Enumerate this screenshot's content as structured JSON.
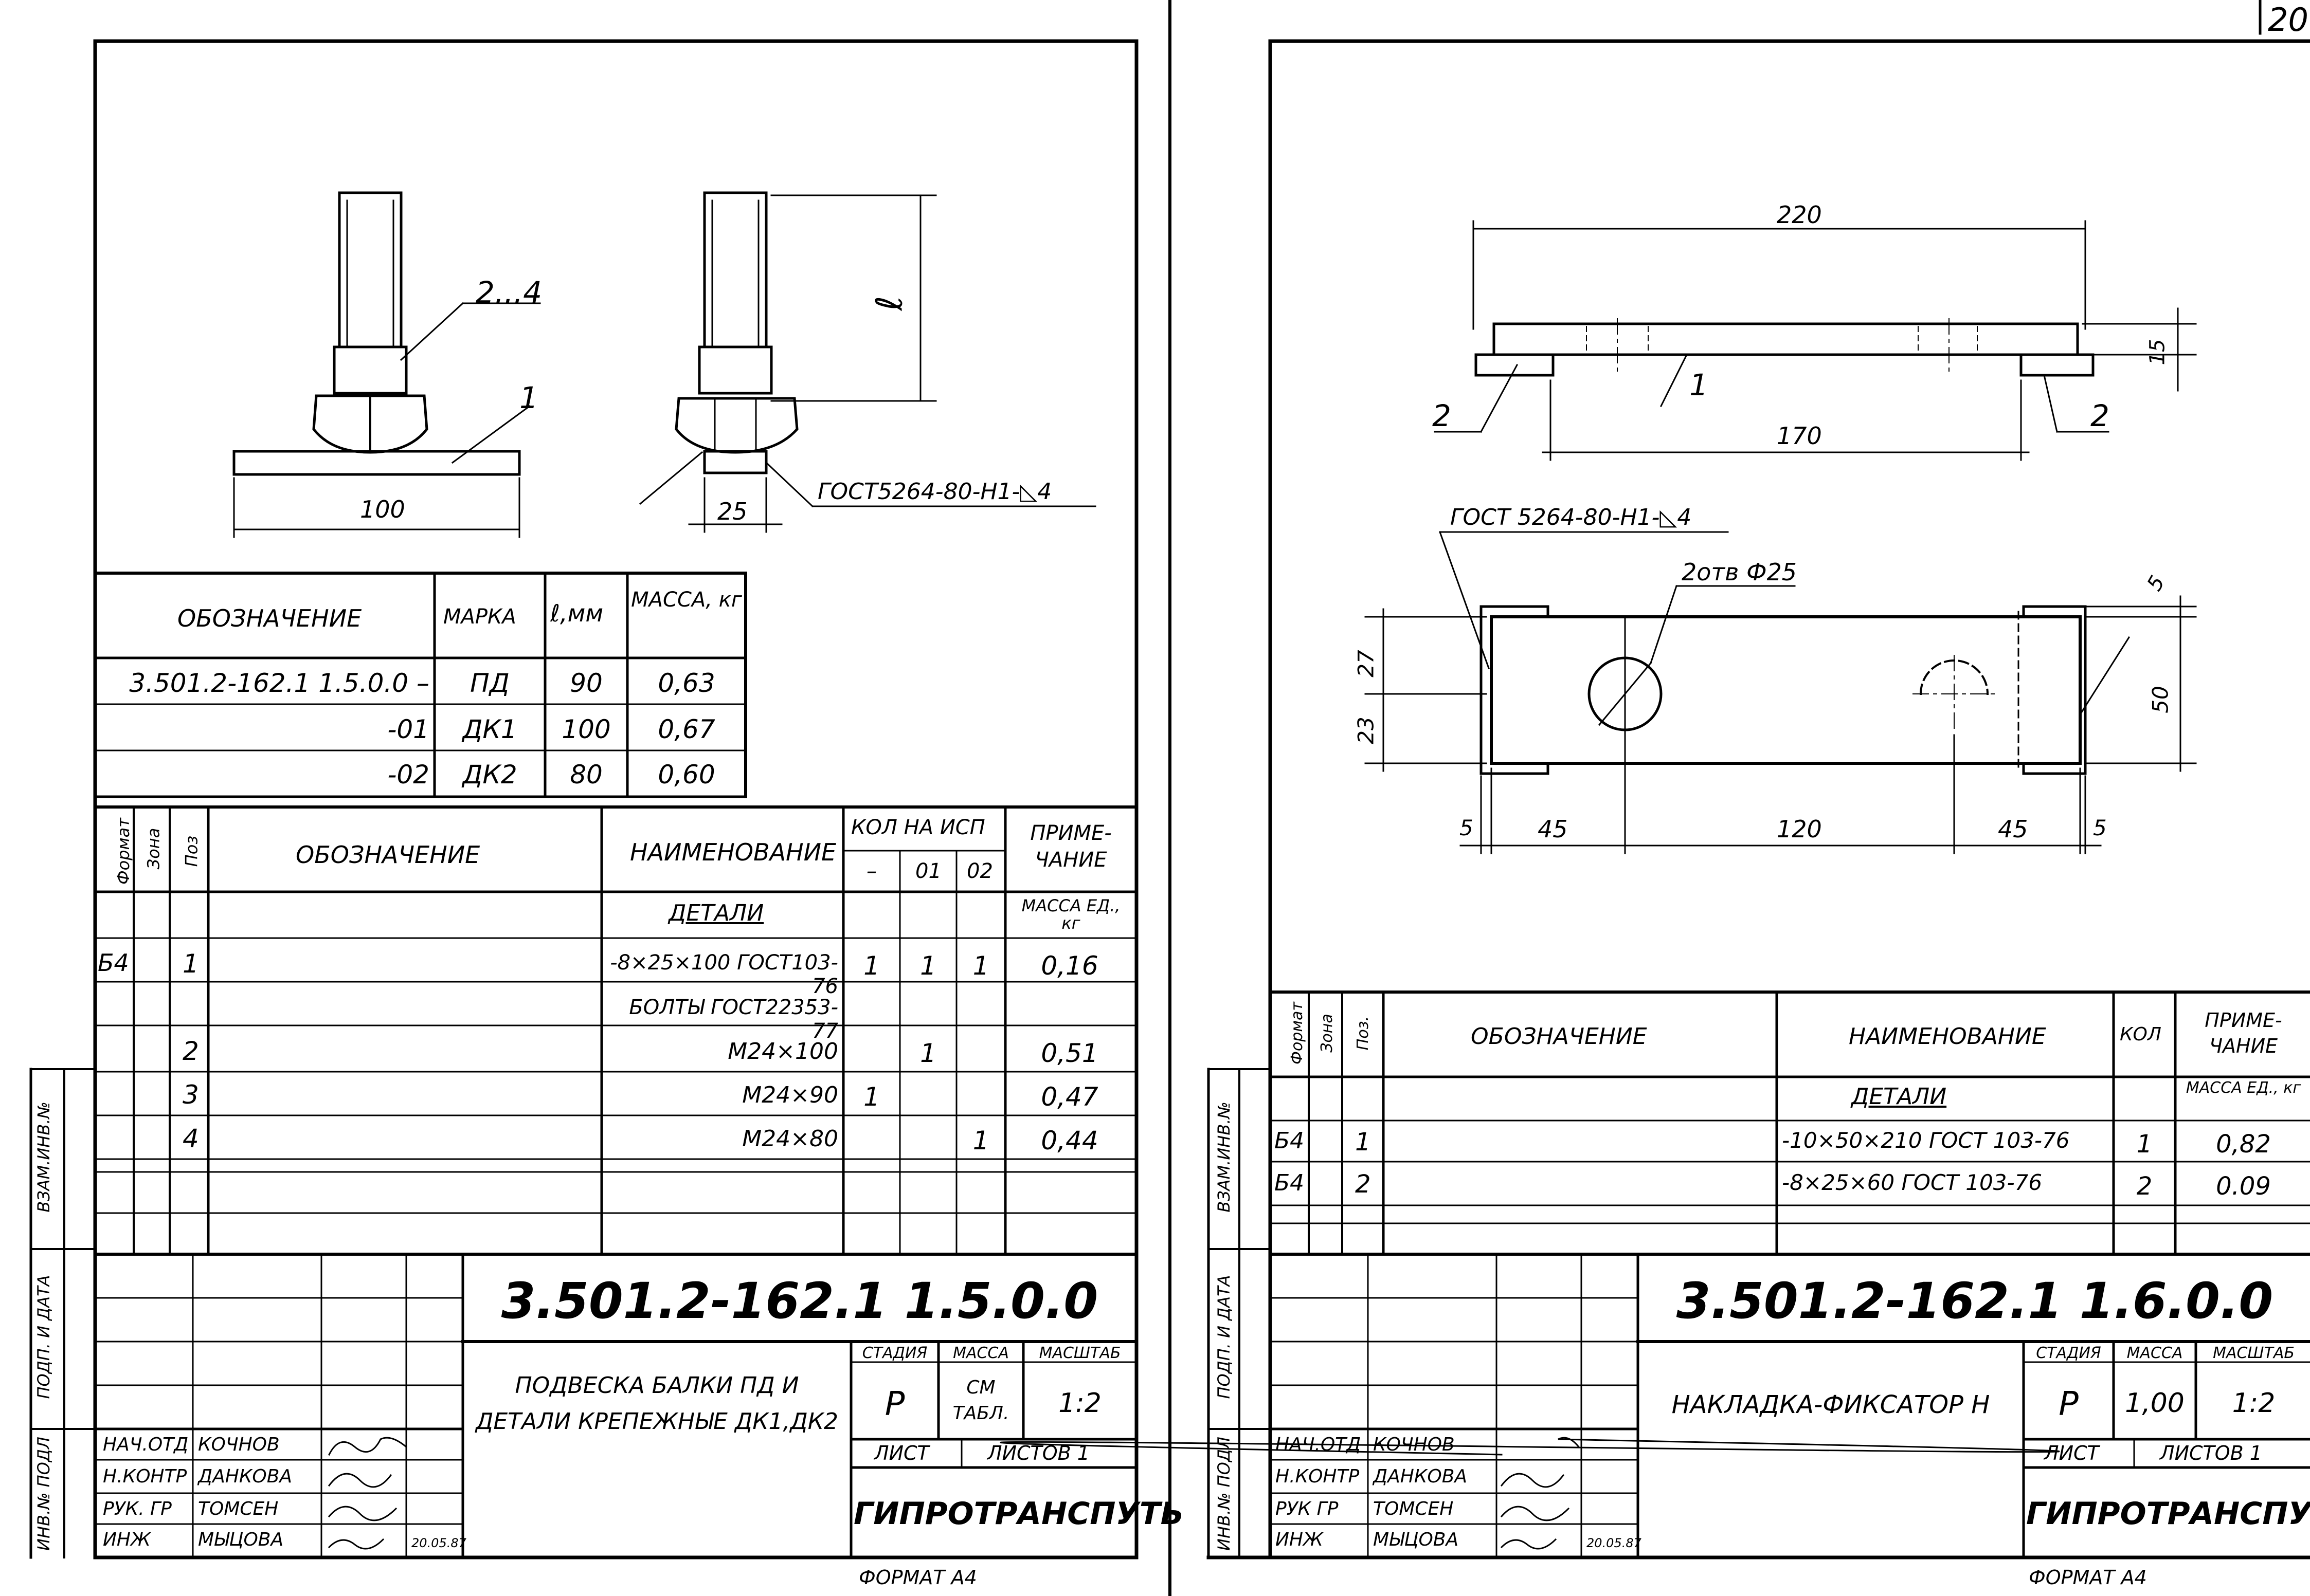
{
  "page_number": "20",
  "left": {
    "bolt_labels": {
      "pos_2_4": "2...4",
      "pos_1": "1",
      "dim_100": "100",
      "dim_25": "25",
      "dim_l": "ℓ",
      "weld_note": "ГОСТ5264-80-Н1-◺4"
    },
    "param_table": {
      "headers": {
        "designation": "ОБОЗНАЧЕНИЕ",
        "mark": "МАРКА",
        "length": "ℓ,мм",
        "mass": "МАССА, кг"
      },
      "rows": [
        {
          "designation": "3.501.2-162.1 1.5.0.0 –",
          "mark": "ПД",
          "length": "90",
          "mass": "0,63"
        },
        {
          "designation": "-01",
          "mark": "ДК1",
          "length": "100",
          "mass": "0,67"
        },
        {
          "designation": "-02",
          "mark": "ДК2",
          "length": "80",
          "mass": "0,60"
        }
      ]
    },
    "spec": {
      "headers": {
        "format": "Формат",
        "zone": "Зона",
        "pos": "Поз",
        "designation": "ОБОЗНАЧЕНИЕ",
        "name": "НАИМЕНОВАНИЕ",
        "qty": "КОЛ НА ИСП",
        "q0": "–",
        "q1": "01",
        "q2": "02",
        "note": "ПРИМЕ- ЧАНИЕ"
      },
      "section": "ДЕТАЛИ",
      "unit_mass": "МАССА ЕД., кг",
      "rows": [
        {
          "format": "Б4",
          "pos": "1",
          "name": "-8×25×100 ГОСТ103-76",
          "q0": "1",
          "q1": "1",
          "q2": "1",
          "note": "0,16"
        },
        {
          "format": "",
          "pos": "",
          "name": "БОЛТЫ ГОСТ22353-77",
          "q0": "",
          "q1": "",
          "q2": "",
          "note": ""
        },
        {
          "format": "",
          "pos": "2",
          "name": "М24×100",
          "q0": "",
          "q1": "1",
          "q2": "",
          "note": "0,51"
        },
        {
          "format": "",
          "pos": "3",
          "name": "М24×90",
          "q0": "1",
          "q1": "",
          "q2": "",
          "note": "0,47"
        },
        {
          "format": "",
          "pos": "4",
          "name": "М24×80",
          "q0": "",
          "q1": "",
          "q2": "1",
          "note": "0,44"
        }
      ]
    },
    "stamp": {
      "code": "3.501.2-162.1  1.5.0.0",
      "title_line1": "ПОДВЕСКА БАЛКИ ПД  И",
      "title_line2": "ДЕТАЛИ КРЕПЕЖНЫЕ ДК1,ДК2",
      "stage_h": "СТАДИЯ",
      "mass_h": "МАССА",
      "scale_h": "МАСШТАБ",
      "stage": "Р",
      "mass": "СМ ТАБЛ.",
      "scale": "1:2",
      "sheet": "ЛИСТ",
      "sheets": "ЛИСТОВ 1",
      "org": "ГИПРОТРАНСПУТЬ",
      "roles": [
        "НАЧ.ОТД",
        "Н.КОНТР",
        "РУК. ГР",
        "ИНЖ"
      ],
      "names": [
        "КОЧНОВ",
        "ДАНКОВА",
        "ТОМСЕН",
        "МЫЦОВА"
      ],
      "date": "20.05.87"
    },
    "side_labels": [
      "ВЗАМ.ИНВ.№",
      "ПОДП. И ДАТА",
      "ИНВ.№ ПОДЛ"
    ],
    "format": "ФОРМАТ А4"
  },
  "right": {
    "drawing_labels": {
      "dim_220": "220",
      "dim_170": "170",
      "dim_15": "15",
      "pos_1": "1",
      "pos_2a": "2",
      "pos_2b": "2",
      "weld_note": "ГОСТ 5264-80-Н1-◺4",
      "holes": "2отв Ф25",
      "dim_5_top": "5",
      "dim_27": "27",
      "dim_23": "23",
      "dim_50": "50",
      "dim_5a": "5",
      "dim_45a": "45",
      "dim_120": "120",
      "dim_45b": "45",
      "dim_5b": "5"
    },
    "spec": {
      "headers": {
        "format": "Формат",
        "zone": "Зона",
        "pos": "Поз.",
        "designation": "ОБОЗНАЧЕНИЕ",
        "name": "НАИМЕНОВАНИЕ",
        "qty": "КОЛ",
        "note": "ПРИМЕ- ЧАНИЕ"
      },
      "section": "ДЕТАЛИ",
      "unit_mass": "МАССА ЕД., кг",
      "rows": [
        {
          "format": "Б4",
          "pos": "1",
          "name": "-10×50×210 ГОСТ 103-76",
          "qty": "1",
          "note": "0,82"
        },
        {
          "format": "Б4",
          "pos": "2",
          "name": "-8×25×60 ГОСТ 103-76",
          "qty": "2",
          "note": "0.09"
        }
      ]
    },
    "stamp": {
      "code": "3.501.2-162.1  1.6.0.0",
      "title": "НАКЛАДКА-ФИКСАТОР Н",
      "stage_h": "СТАДИЯ",
      "mass_h": "МАССА",
      "scale_h": "МАСШТАБ",
      "stage": "Р",
      "mass": "1,00",
      "scale": "1:2",
      "sheet": "ЛИСТ",
      "sheets": "ЛИСТОВ 1",
      "org": "ГИПРОТРАНСПУТЬ",
      "roles": [
        "НАЧ.ОТД",
        "Н.КОНТР",
        "РУК ГР",
        "ИНЖ"
      ],
      "names": [
        "КОЧНОВ",
        "ДАНКОВА",
        "ТОМСЕН",
        "МЫЦОВА"
      ],
      "date": "20.05.87"
    },
    "side_labels": [
      "ВЗАМ.ИНВ.№",
      "ПОДП. И ДАТА",
      "ИНВ.№ ПОДЛ"
    ],
    "format": "ФОРМАТ А4"
  }
}
